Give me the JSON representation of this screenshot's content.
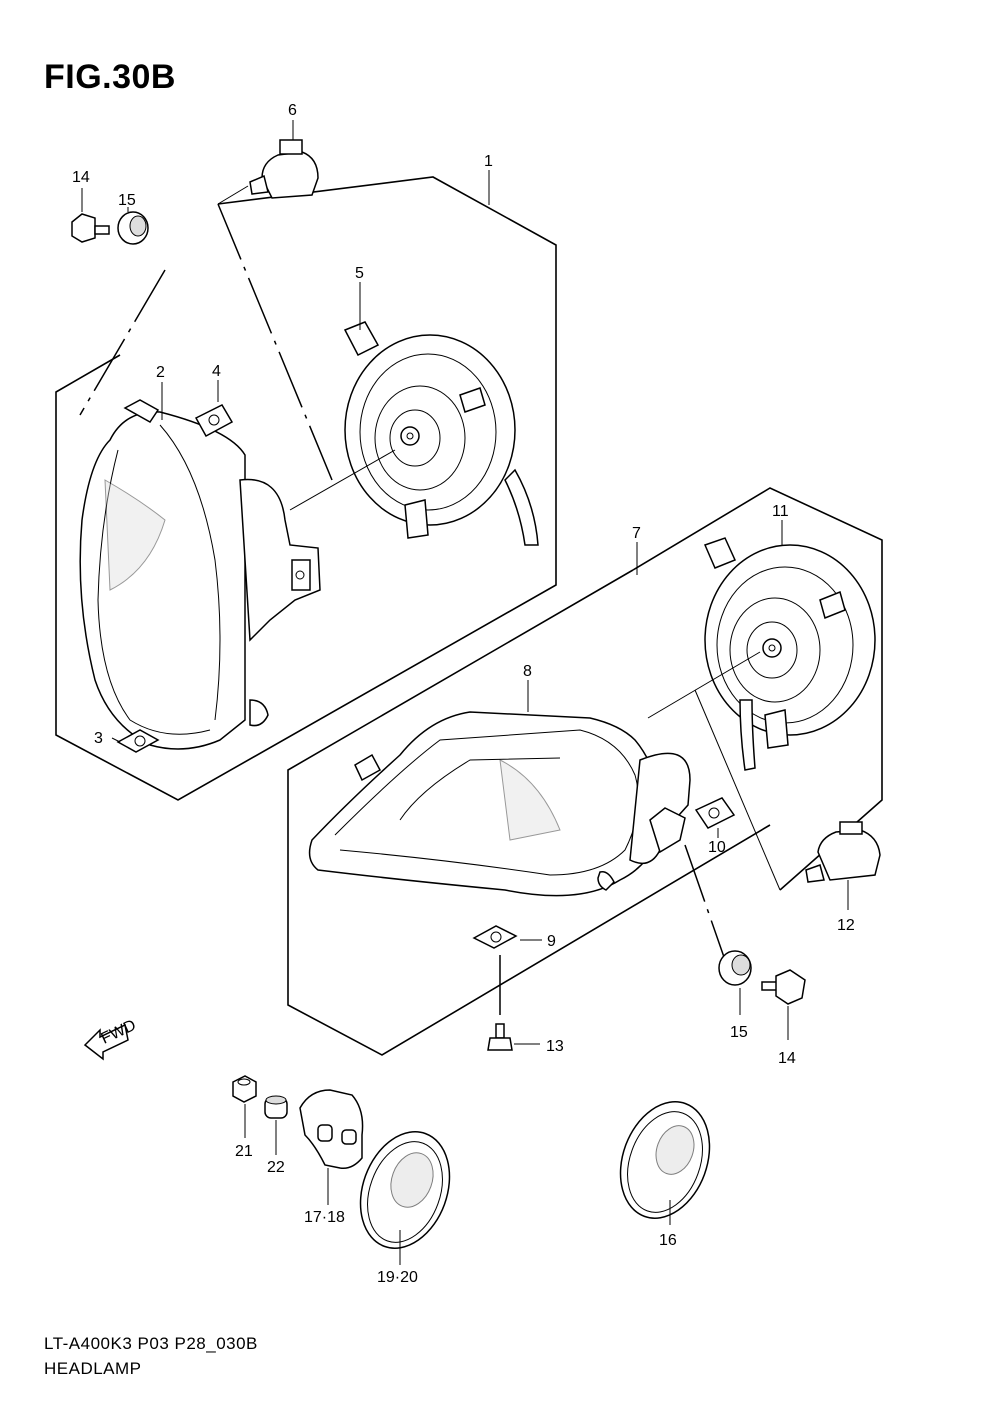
{
  "figure": {
    "title": "FIG.30B",
    "model_code": "LT-A400K3 P03 P28_030B",
    "section_name": "HEADLAMP"
  },
  "fwd_arrow": {
    "label": "FWD",
    "icon": "forward-arrow-icon"
  },
  "callouts": {
    "c1": "1",
    "c2": "2",
    "c3": "3",
    "c4": "4",
    "c5": "5",
    "c6": "6",
    "c7": "7",
    "c8": "8",
    "c9": "9",
    "c10": "10",
    "c11": "11",
    "c12": "12",
    "c13": "13",
    "c14a": "14",
    "c14b": "14",
    "c15a": "15",
    "c15b": "15",
    "c16": "16",
    "c17_18": "17·18",
    "c19_20": "19·20",
    "c21": "21",
    "c22": "22"
  }
}
